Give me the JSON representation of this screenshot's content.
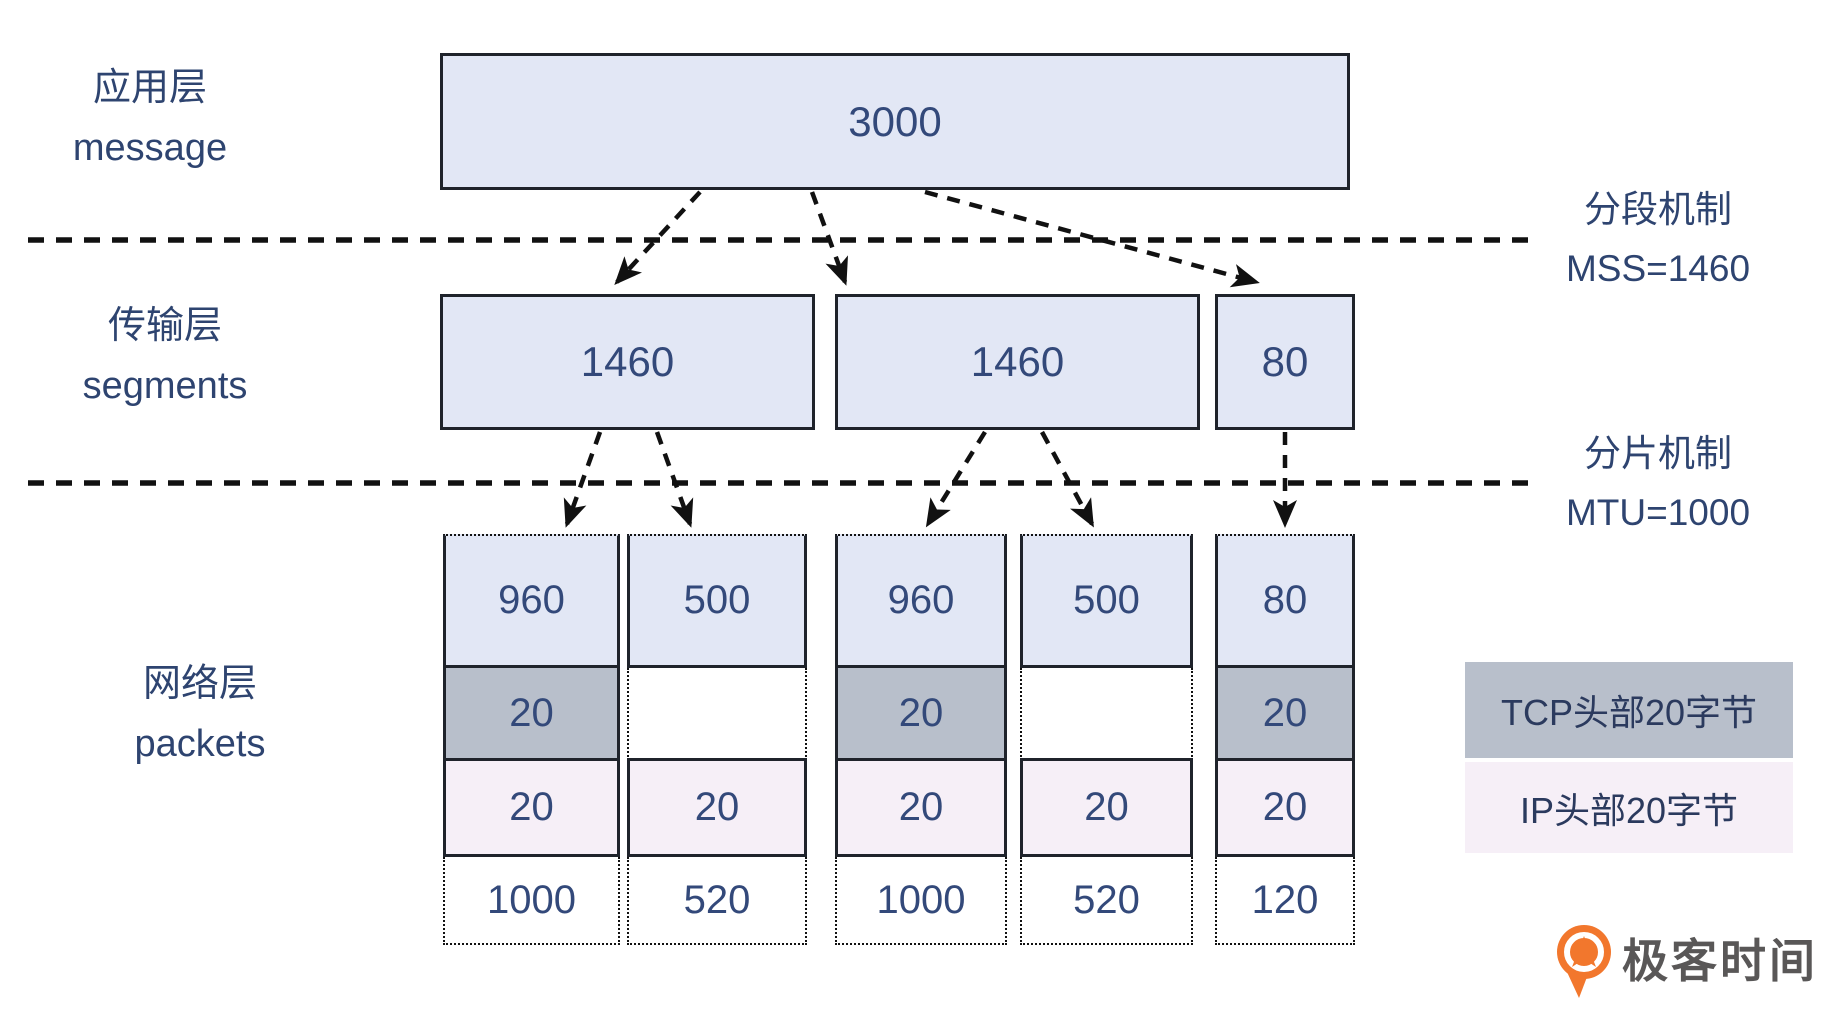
{
  "labels": {
    "app_layer": {
      "line1": "应用层",
      "line2": "message"
    },
    "transport_layer": {
      "line1": "传输层",
      "line2": "segments"
    },
    "network_layer": {
      "line1": "网络层",
      "line2": "packets"
    },
    "segmentation": {
      "line1": "分段机制",
      "line2": "MSS=1460"
    },
    "fragmentation": {
      "line1": "分片机制",
      "line2": "MTU=1000"
    }
  },
  "message_box": {
    "value": "3000"
  },
  "segments": [
    {
      "value": "1460"
    },
    {
      "value": "1460"
    },
    {
      "value": "80"
    }
  ],
  "packets": [
    {
      "payload": "960",
      "tcp": "20",
      "ip": "20",
      "total": "1000"
    },
    {
      "payload": "500",
      "tcp": "",
      "ip": "20",
      "total": "520"
    },
    {
      "payload": "960",
      "tcp": "20",
      "ip": "20",
      "total": "1000"
    },
    {
      "payload": "500",
      "tcp": "",
      "ip": "20",
      "total": "520"
    },
    {
      "payload": "80",
      "tcp": "20",
      "ip": "20",
      "total": "120"
    }
  ],
  "legend": [
    {
      "label": "TCP头部20字节",
      "color": "#b8bfcb"
    },
    {
      "label": "IP头部20字节",
      "color": "#f6eff7"
    }
  ],
  "logo": {
    "text": "极客时间"
  },
  "colors": {
    "box_fill": "#e2e7f5",
    "tcp_header_fill": "#b8bfcb",
    "ip_header_fill": "#f6eff7",
    "text_navy": "#33497a",
    "label_navy": "#2e4470",
    "line_black": "#111111",
    "logo_orange": "#f2772d",
    "logo_text_gray": "#595757"
  }
}
